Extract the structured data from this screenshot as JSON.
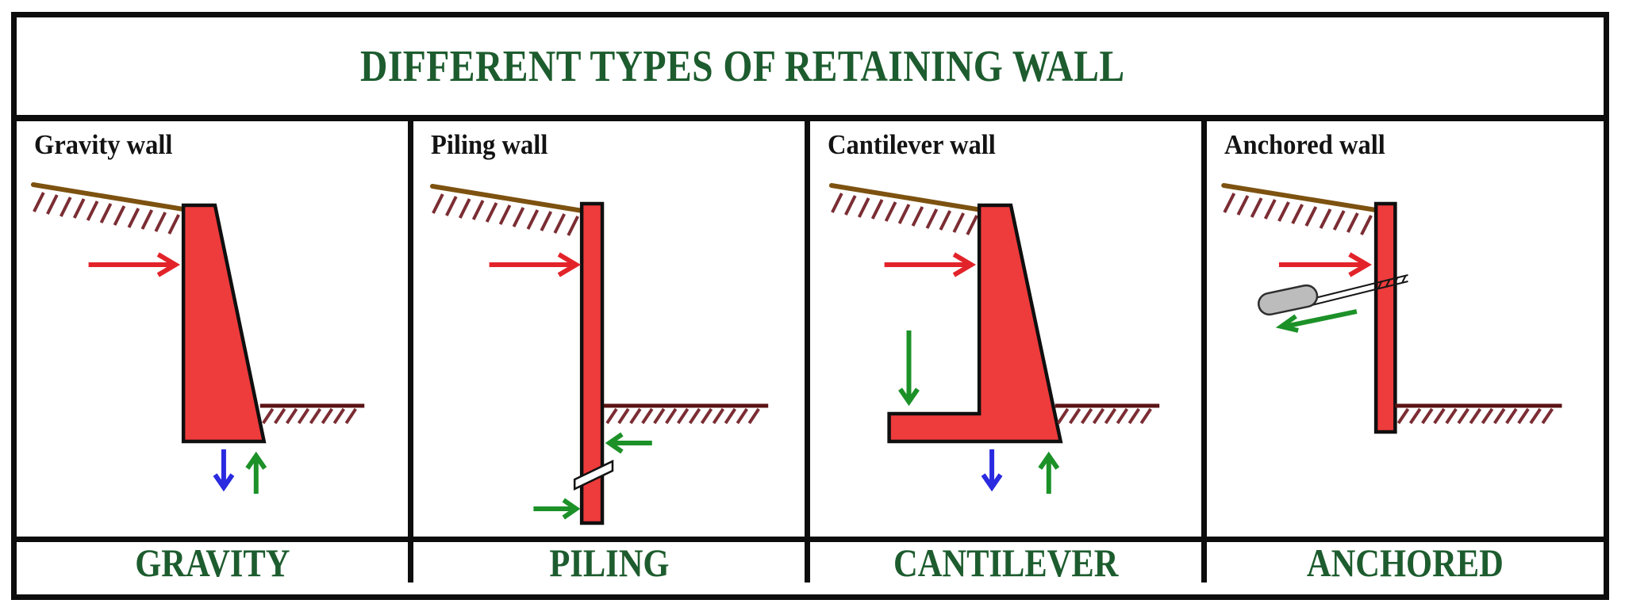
{
  "title": "DIFFERENT TYPES OF RETAINING WALL",
  "panels": [
    {
      "header": "Gravity wall",
      "label": "GRAVITY"
    },
    {
      "header": "Piling wall",
      "label": "PILING"
    },
    {
      "header": "Cantilever wall",
      "label": "CANTILEVER"
    },
    {
      "header": "Anchored wall",
      "label": "ANCHORED"
    }
  ],
  "colors": {
    "title-green": "#1d5c2e",
    "label-green": "#1d5c2e",
    "header-black": "#131313",
    "frame-black": "#0d0d0d",
    "wall-red": "#ee3b3c",
    "arrow-red": "#e2242a",
    "arrow-green": "#1c9128",
    "arrow-blue": "#2a2ae0",
    "soil-brown": "#7d5210",
    "hatch-maroon": "#7b2d33",
    "ground-maroon": "#5a1315",
    "anchor-gray": "#bcbcbc"
  }
}
